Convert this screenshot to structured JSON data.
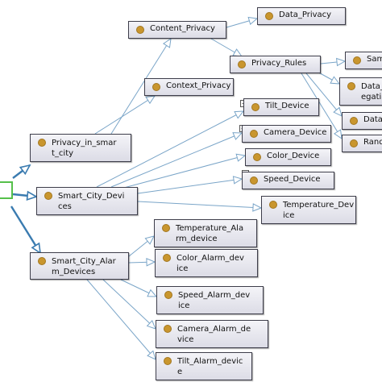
{
  "nodes": {
    "privacy_in_smart_city": "Privacy_in_smar\nt_city",
    "smart_city_devices": "Smart_City_Devi\nces",
    "smart_city_alarm_devices": "Smart_City_Alar\nm_Devices",
    "content_privacy": "Content_Privacy",
    "data_privacy": "Data_Privacy",
    "privacy_rules": "Privacy_Rules",
    "sam_partial": "Sam",
    "data_egatio_partial": "Data_\negatio",
    "data_partial": "Data",
    "rand_partial": "Rand",
    "context_privacy": "Context_Privacy",
    "tilt_device": "Tilt_Device",
    "camera_device": "Camera_Device",
    "color_device": "Color_Device",
    "speed_device": "Speed_Device",
    "temperature_device": "Temperature_Dev\nice",
    "temperature_alarm_device": "Temperature_Ala\nrm_device",
    "color_alarm_device": "Color_Alarm_dev\nice",
    "speed_alarm_device": "Speed_Alarm_dev\nice",
    "camera_alarm_device": "Camera_Alarm_de\nvice",
    "tilt_alarm_device": "Tilt_Alarm_devic\ne"
  },
  "expand_symbol": "+",
  "colors": {
    "class_dot": "#c9962e",
    "edge_thick": "#3a7bb0",
    "edge_thin": "#7aa5c8",
    "root_border": "#55c04a"
  }
}
